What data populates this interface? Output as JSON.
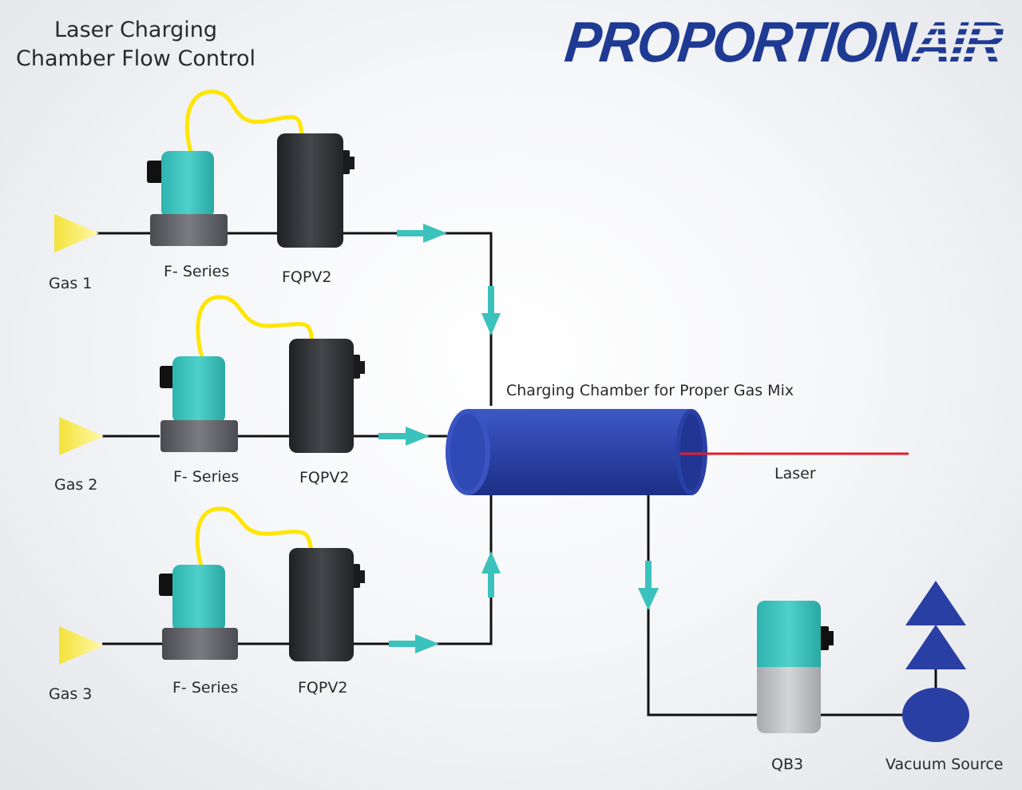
{
  "title": {
    "line1": "Laser Charging",
    "line2": "Chamber Flow Control"
  },
  "logo": {
    "word1": "PROPORTION",
    "word2": "AIR"
  },
  "labels": {
    "gas1": "Gas 1",
    "gas2": "Gas 2",
    "gas3": "Gas 3",
    "fseries1": "F- Series",
    "fseries2": "F- Series",
    "fseries3": "F- Series",
    "fqpv2_1": "FQPV2",
    "fqpv2_2": "FQPV2",
    "fqpv2_3": "FQPV2",
    "chamber": "Charging Chamber for Proper Gas Mix",
    "laser": "Laser",
    "qb3": "QB3",
    "vacuum": "Vacuum Source"
  },
  "colors": {
    "teal": "#3cc2bd",
    "dark_valve": "#2f3034",
    "cable": "#ffe500",
    "gas_triangle": "#f6e84a",
    "chamber_blue": "#2c43a8",
    "laser_red": "#e31e2b",
    "logo_blue": "#1f3a93"
  }
}
